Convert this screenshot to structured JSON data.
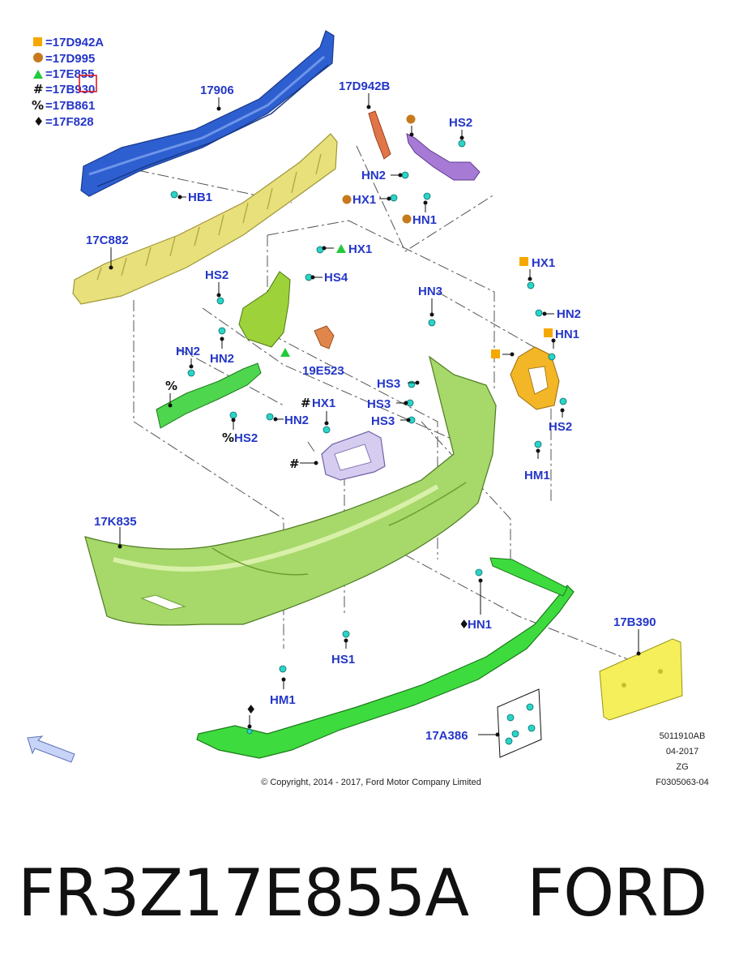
{
  "legend": [
    {
      "marker": "orange-square",
      "text": "=17D942A"
    },
    {
      "marker": "brown-circle",
      "text": "=17D995"
    },
    {
      "marker": "green-triangle",
      "text": "=17E855"
    },
    {
      "marker": "#",
      "text": "=17B930"
    },
    {
      "marker": "%",
      "text": "=17B861"
    },
    {
      "marker": "♦",
      "text": "=17F828"
    }
  ],
  "labels": {
    "p17906": "17906",
    "p17d942b": "17D942B",
    "hs2_top": "HS2",
    "hn2_top": "HN2",
    "hx1_top": "HX1",
    "hn1_top": "HN1",
    "hb1": "HB1",
    "p17c882": "17C882",
    "hx1_mid": "HX1",
    "hs4": "HS4",
    "hs2_mid": "HS2",
    "hn2_mid": "HN2",
    "p19e523": "19E523",
    "hn3": "HN3",
    "hx1_right": "HX1",
    "hn2_right": "HN2",
    "hn1_right": "HN1",
    "hn2_left": "HN2",
    "hs3_a": "HS3",
    "hs3_b": "HS3",
    "hs3_c": "HS3",
    "hx1_center": "HX1",
    "hn2_lower": "HN2",
    "hs2_lower": "HS2",
    "hs2_right": "HS2",
    "hm1_right": "HM1",
    "p17k835": "17K835",
    "p17b390": "17B390",
    "hn1_bottom": "HN1",
    "hs1": "HS1",
    "hm1_bottom": "HM1",
    "p17a386": "17A386"
  },
  "symbols": {
    "hash": "#",
    "percent": "%",
    "diamond": "♦"
  },
  "meta": {
    "code1": "5011910AB",
    "date": "04-2017",
    "zg": "ZG",
    "code2": "F0305063-04",
    "copyright": "© Copyright, 2014 - 2017, Ford Motor Company Limited"
  },
  "title": {
    "part_number": "FR3Z17E855A",
    "brand": "FORD"
  },
  "colors": {
    "label_blue": "#2436c8",
    "legend_orange": "#f5a800",
    "legend_brown": "#c67a1c",
    "legend_green": "#22c93a",
    "beam_blue": "#2d5fd0",
    "absorber_yellow": "#e8e07a",
    "bracket_green": "#9dd23a",
    "fascia_green": "#a6d86a",
    "bracket_orange": "#f2b626",
    "plate_yellow": "#f4ef5a",
    "clip_teal": "#2ad4c8"
  }
}
